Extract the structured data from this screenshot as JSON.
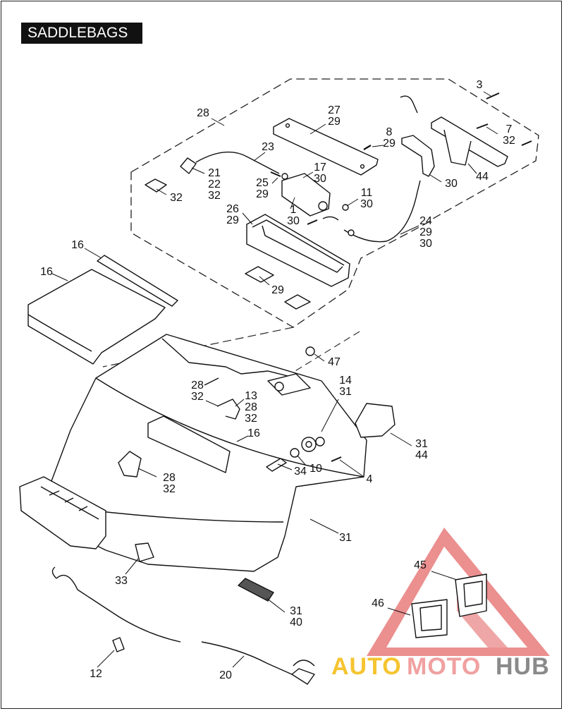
{
  "title": "SADDLEBAGS",
  "callouts": [
    {
      "id": "c28a",
      "lines": [
        "28"
      ]
    },
    {
      "id": "c27",
      "lines": [
        "27",
        "29"
      ]
    },
    {
      "id": "c3",
      "lines": [
        "3"
      ]
    },
    {
      "id": "c8",
      "lines": [
        "8",
        "29"
      ]
    },
    {
      "id": "c7",
      "lines": [
        "7",
        "32"
      ]
    },
    {
      "id": "c23",
      "lines": [
        "23"
      ]
    },
    {
      "id": "c17",
      "lines": [
        "17",
        "30"
      ]
    },
    {
      "id": "c21",
      "lines": [
        "21",
        "22",
        "32"
      ]
    },
    {
      "id": "c44a",
      "lines": [
        "44"
      ]
    },
    {
      "id": "c30a",
      "lines": [
        "30"
      ]
    },
    {
      "id": "c32a",
      "lines": [
        "32"
      ]
    },
    {
      "id": "c25",
      "lines": [
        "25",
        "29"
      ]
    },
    {
      "id": "c11",
      "lines": [
        "11",
        "30"
      ]
    },
    {
      "id": "c1",
      "lines": [
        "1",
        "30"
      ]
    },
    {
      "id": "c26",
      "lines": [
        "26",
        "29"
      ]
    },
    {
      "id": "c24",
      "lines": [
        "24",
        "29",
        "30"
      ]
    },
    {
      "id": "c16a",
      "lines": [
        "16"
      ]
    },
    {
      "id": "c16b",
      "lines": [
        "16"
      ]
    },
    {
      "id": "c29",
      "lines": [
        "29"
      ]
    },
    {
      "id": "c47",
      "lines": [
        "47"
      ]
    },
    {
      "id": "c14",
      "lines": [
        "14",
        "31"
      ]
    },
    {
      "id": "c28b",
      "lines": [
        "28",
        "32"
      ]
    },
    {
      "id": "c13",
      "lines": [
        "13",
        "28",
        "32"
      ]
    },
    {
      "id": "c16c",
      "lines": [
        "16"
      ]
    },
    {
      "id": "c31a",
      "lines": [
        "31",
        "44"
      ]
    },
    {
      "id": "c34",
      "lines": [
        "34"
      ]
    },
    {
      "id": "c10",
      "lines": [
        "10"
      ]
    },
    {
      "id": "c4",
      "lines": [
        "4"
      ]
    },
    {
      "id": "c28c",
      "lines": [
        "28",
        "32"
      ]
    },
    {
      "id": "c31b",
      "lines": [
        "31"
      ]
    },
    {
      "id": "c33",
      "lines": [
        "33"
      ]
    },
    {
      "id": "c45",
      "lines": [
        "45"
      ]
    },
    {
      "id": "c46",
      "lines": [
        "46"
      ]
    },
    {
      "id": "c31c",
      "lines": [
        "31",
        "40"
      ]
    },
    {
      "id": "c12",
      "lines": [
        "12"
      ]
    },
    {
      "id": "c20",
      "lines": [
        "20"
      ]
    }
  ],
  "watermark": {
    "parts": [
      "AUTO",
      "MOTO",
      "HUB"
    ],
    "colors": {
      "auto": "#f5c430",
      "moto": "#f0a0a0",
      "hub": "#8a8a8a",
      "triangle": "#e46a6a"
    }
  }
}
